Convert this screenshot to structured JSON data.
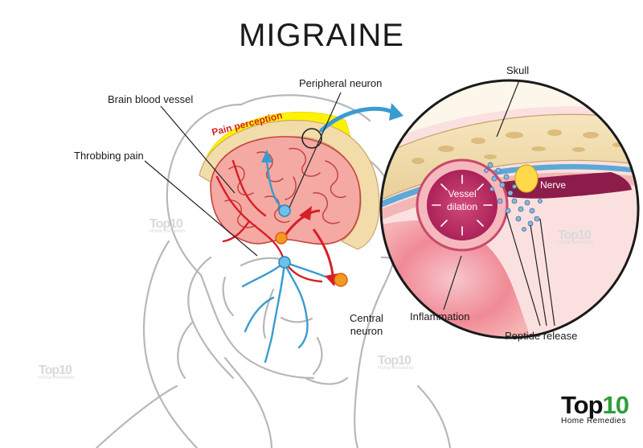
{
  "title": "MIGRAINE",
  "labels": {
    "brain_blood_vessel": "Brain blood vessel",
    "peripheral_neuron": "Peripheral neuron",
    "skull": "Skull",
    "throbbing_pain": "Throbbing pain",
    "pain_perception": "Pain perception",
    "vessel_dilation_1": "Vessel",
    "vessel_dilation_2": "dilation",
    "nerve": "Nerve",
    "central_neuron_1": "Central",
    "central_neuron_2": "neuron",
    "inflammation": "Inflammation",
    "peptide_release": "Peptide release"
  },
  "watermarks": {
    "brand": "Top10",
    "tagline": "Home Remedies"
  },
  "logo": {
    "main_prefix": "Top",
    "main_suffix": "10",
    "sub": "Home Remedies"
  },
  "colors": {
    "brain": "#f2a7a0",
    "brain_dark": "#d9544f",
    "skull": "#f0d9a8",
    "pain_band": "#fff200",
    "vessel_blue": "#3a9bd1",
    "vessel_red": "#d61f26",
    "neuron_orange": "#f39a1e",
    "nerve_yellow": "#ffd94a",
    "nerve_purple": "#8c1c4a"
  }
}
